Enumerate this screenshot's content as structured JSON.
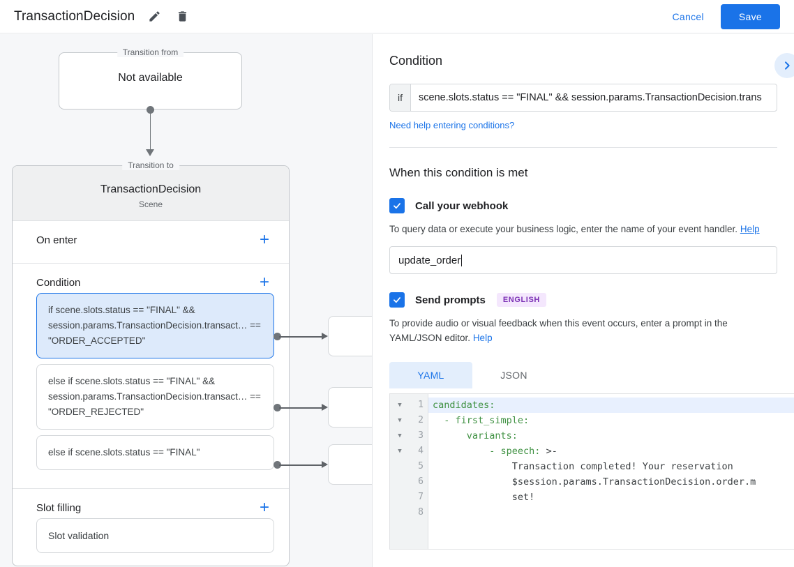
{
  "topbar": {
    "title": "TransactionDecision",
    "edit_icon": "pencil-icon",
    "delete_icon": "trash-icon",
    "cancel_label": "Cancel",
    "save_label": "Save",
    "accent_color": "#1a73e8"
  },
  "canvas": {
    "transition_from": {
      "legend": "Transition from",
      "value": "Not available"
    },
    "transition_to": {
      "legend": "Transition to",
      "name": "TransactionDecision",
      "subtitle": "Scene"
    },
    "sections": [
      {
        "title": "On enter",
        "add_label": "+"
      },
      {
        "title": "Condition",
        "add_label": "+"
      },
      {
        "title": "Slot filling",
        "add_label": "+"
      }
    ],
    "conditions": [
      {
        "text": "if scene.slots.status == \"FINAL\" && session.params.TransactionDecision.transact… == \"ORDER_ACCEPTED\"",
        "selected": true
      },
      {
        "text": "else if scene.slots.status == \"FINAL\" && session.params.TransactionDecision.transact… == \"ORDER_REJECTED\"",
        "selected": false
      },
      {
        "text": "else if scene.slots.status == \"FINAL\"",
        "selected": false
      }
    ],
    "slot_filling_items": [
      {
        "text": "Slot validation"
      }
    ]
  },
  "panel": {
    "condition_heading": "Condition",
    "expand_icon": "chevron-right-icon",
    "condition_prefix": "if",
    "condition_value": "scene.slots.status == \"FINAL\" && session.params.TransactionDecision.trans",
    "need_help_link": "Need help entering conditions?",
    "when_met_heading": "When this condition is met",
    "webhook": {
      "label": "Call your webhook",
      "checked": true,
      "description": "To query data or execute your business logic, enter the name of your event handler.",
      "help_label": "Help",
      "input_value": "update_order"
    },
    "prompts": {
      "label": "Send prompts",
      "checked": true,
      "badge": "ENGLISH",
      "badge_bg": "#f4e7fd",
      "badge_fg": "#7b31b5",
      "description": "To provide audio or visual feedback when this event occurs, enter a prompt in the YAML/JSON editor.",
      "help_label": "Help",
      "tabs": [
        {
          "label": "YAML",
          "active": true
        },
        {
          "label": "JSON",
          "active": false
        }
      ]
    },
    "editor": {
      "keyword_color": "#3f9142",
      "highlight_color": "#e8f0fe",
      "line_numbers": [
        "1",
        "2",
        "3",
        "4",
        "5",
        "6",
        "7",
        "8"
      ],
      "fold_rows": [
        1,
        2,
        3,
        4
      ],
      "lines": [
        {
          "n": "1",
          "indent": 0,
          "key": "candidates:",
          "rest": "",
          "highlight": true
        },
        {
          "n": "2",
          "indent": 2,
          "key": "- first_simple:",
          "rest": "",
          "highlight": false
        },
        {
          "n": "3",
          "indent": 6,
          "key": "variants:",
          "rest": "",
          "highlight": false
        },
        {
          "n": "4",
          "indent": 10,
          "key": "- speech:",
          "rest": " >-",
          "highlight": false
        },
        {
          "n": "5",
          "indent": 14,
          "key": "",
          "rest": "Transaction completed! Your reservation",
          "highlight": false
        },
        {
          "n": "6",
          "indent": 14,
          "key": "",
          "rest": "$session.params.TransactionDecision.order.m",
          "highlight": false
        },
        {
          "n": "7",
          "indent": 14,
          "key": "",
          "rest": "set!",
          "highlight": false
        },
        {
          "n": "8",
          "indent": 0,
          "key": "",
          "rest": "",
          "highlight": false
        }
      ]
    }
  }
}
